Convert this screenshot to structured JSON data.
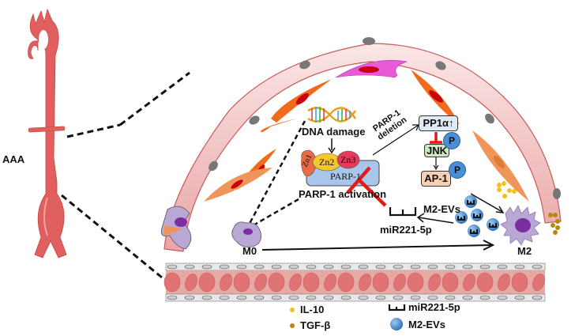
{
  "labels": {
    "aaa": "AAA",
    "dna_damage": "DNA damage",
    "zn1": "Zn1",
    "zn2": "Zn2",
    "zn3": "Zn3",
    "parp1": "PARP-1",
    "parp1_activation": "PARP-1 activation",
    "parp1_deletion_line1": "PARP-1",
    "parp1_deletion_line2": "deletion",
    "pp1a": "PP1α↑",
    "jnk": "JNK",
    "ap1": "AP-1",
    "phospho": "P",
    "m2_evs": "M2-EVs",
    "mir": "miR221-5p",
    "m0": "M0",
    "m2": "M2"
  },
  "legend": [
    {
      "icon": "yellow-dot",
      "label": "IL-10",
      "color": "#f2c21b"
    },
    {
      "icon": "brown-dot",
      "label": "TGF-β",
      "color": "#b8860b"
    },
    {
      "icon": "mirna-comb",
      "label": "miR221-5p",
      "color": "#111111"
    },
    {
      "icon": "blue-vesicle",
      "label": "M2-EVs",
      "color": "#4a8fd6"
    }
  ],
  "colors": {
    "aorta": "#e0605f",
    "endothelial": "#f4c8c8",
    "smc_orange": "#f26a1b",
    "smc_light": "#f0955a",
    "fibroblast": "#e85ad8",
    "macrophage": "#b9a8d6",
    "nucleus": "#7a2fa0",
    "inhibit_red": "#e31b1b",
    "pp1_box": "#dfeaf7",
    "jnk_box": "#cde6c3",
    "ap1_box": "#f7cfb3",
    "parp_box": "#a9c6ea",
    "vessel": "#e7a9a3"
  }
}
